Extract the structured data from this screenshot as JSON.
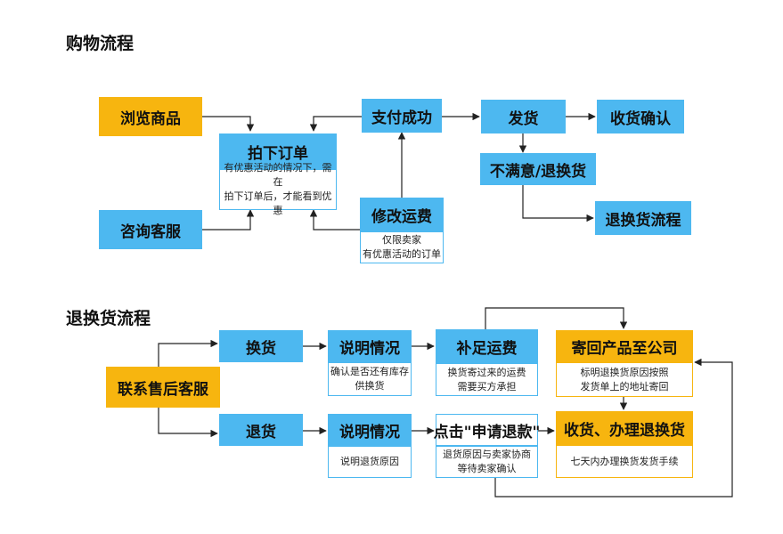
{
  "shopping": {
    "title": "购物流程",
    "browse": "浏览商品",
    "order": "拍下订单",
    "order_note": [
      "有优惠活动的情况下，需在",
      "拍下订单后，才能看到优惠"
    ],
    "consult": "咨询客服",
    "pay_success": "支付成功",
    "modify_fee": "修改运费",
    "modify_note": [
      "仅限卖家",
      "有优惠活动的订单"
    ],
    "ship": "发货",
    "receive_confirm": "收货确认",
    "unsatisfied": "不满意/退换货",
    "return_flow": "退换货流程"
  },
  "returns": {
    "title": "退换货流程",
    "contact": "联系售后客服",
    "exchange": "换货",
    "refund": "退货",
    "explain_top": "说明情况",
    "explain_top_note": [
      "确认是否还有库存",
      "供换货"
    ],
    "explain_bottom": "说明情况",
    "explain_bottom_note": [
      "说明退货原因"
    ],
    "supplement_fee": "补足运费",
    "supplement_note": [
      "换货寄过来的运费",
      "需要买方承担"
    ],
    "click_refund": "点击\"申请退款\"",
    "click_refund_note": [
      "退货原因与卖家协商",
      "等待卖家确认"
    ],
    "send_back": "寄回产品至公司",
    "send_back_note": [
      "标明退换货原因按照",
      "发货单上的地址寄回"
    ],
    "receive_process": "收货、办理退换货",
    "receive_process_note": [
      "七天内办理换货发货手续"
    ]
  },
  "colors": {
    "blue": "#4db8f0",
    "orange": "#f7b50f"
  }
}
